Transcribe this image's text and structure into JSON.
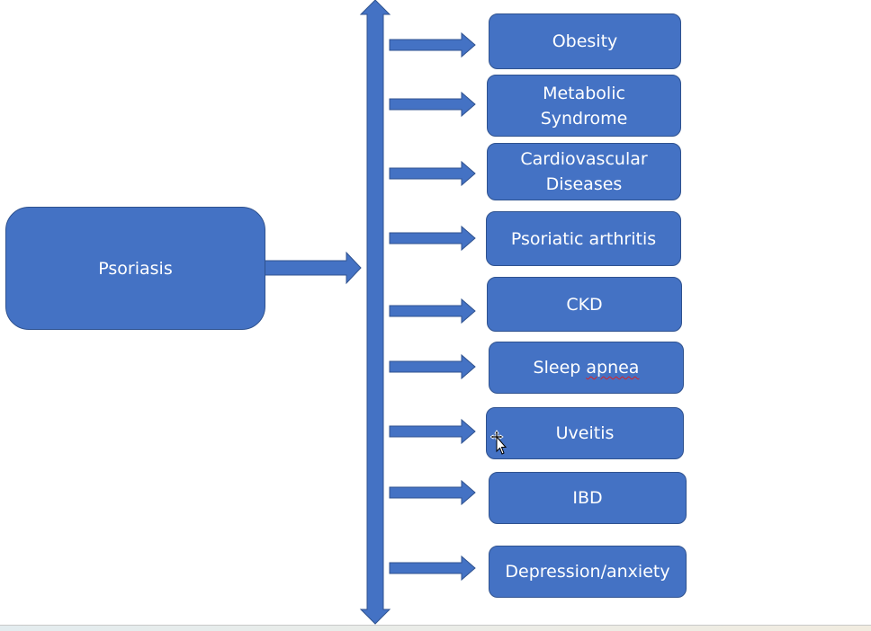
{
  "diagram": {
    "source": {
      "label": "Psoriasis"
    },
    "targets": [
      {
        "label": "Obesity"
      },
      {
        "label": "Metabolic Syndrome",
        "lines": [
          "Metabolic",
          "Syndrome"
        ]
      },
      {
        "label": "Cardiovascular Diseases",
        "lines": [
          "Cardiovascular",
          "Diseases"
        ]
      },
      {
        "label": "Psoriatic arthritis"
      },
      {
        "label": "CKD"
      },
      {
        "label": "Sleep apnea",
        "prefix": "Sleep ",
        "misspelled": "apnea"
      },
      {
        "label": "Uveitis"
      },
      {
        "label": "IBD"
      },
      {
        "label": "Depression/anxiety"
      }
    ],
    "colors": {
      "fill": "#4472c4",
      "stroke": "#2f528f",
      "text": "#ffffff"
    }
  }
}
